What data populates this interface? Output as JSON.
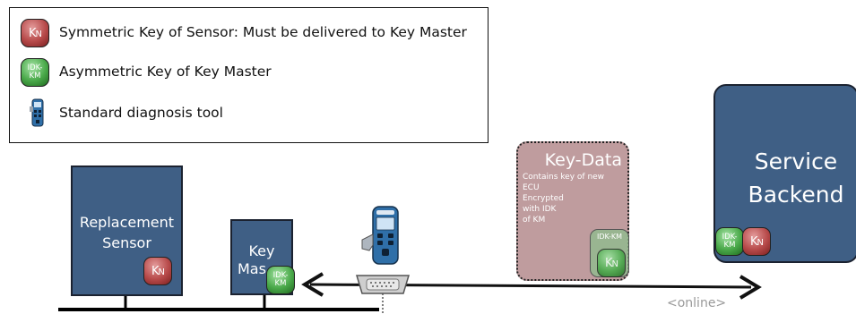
{
  "legend": {
    "items": [
      {
        "icon": "symmetric-key-kn-icon",
        "text": "Symmetric Key of Sensor:  Must be delivered to Key Master"
      },
      {
        "icon": "asymmetric-key-idk-km-icon",
        "text": "Asymmetric Key of Key Master"
      },
      {
        "icon": "diagnosis-tool-icon",
        "text": "Standard diagnosis tool"
      }
    ]
  },
  "keys": {
    "kn_label": "K",
    "kn_sub": "N",
    "idk_line1": "IDK-",
    "idk_line2": "KM",
    "idk_inline": "IDK-KM"
  },
  "nodes": {
    "replacement_sensor": {
      "line1": "Replacement",
      "line2": "Sensor"
    },
    "key_master": {
      "line1": "Key",
      "line2": "Mas"
    },
    "service_backend": {
      "line1": "Service",
      "line2": "Backend"
    }
  },
  "key_data": {
    "title": "Key-Data",
    "description": [
      "Contains key of new",
      "ECU",
      "Encrypted",
      "with IDK",
      "of KM"
    ]
  },
  "link_label": "<online>",
  "colors": {
    "node_blue": "#3f5f85",
    "key_red": "#b74a4a",
    "key_green": "#4aa94a",
    "key_data_pink": "#bf9c9e"
  }
}
